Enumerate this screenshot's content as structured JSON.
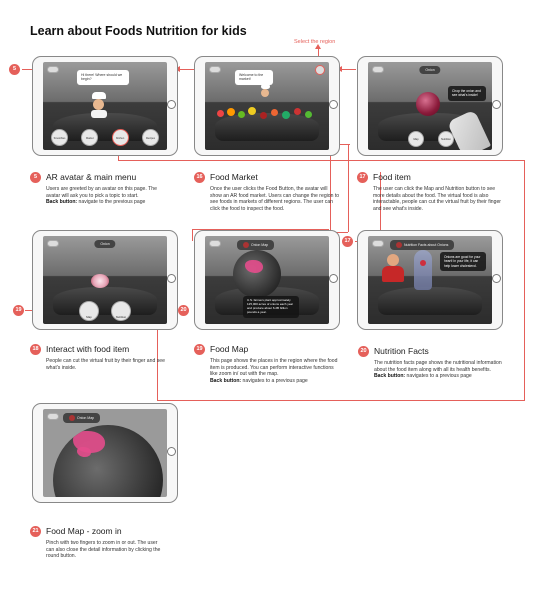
{
  "page_title": "Learn about Foods Nutrition for kids",
  "select_region_label": "Select the region",
  "colors": {
    "accent": "#e5605a",
    "onion": "#8a1a3a",
    "map_highlight": "#e44c8c"
  },
  "screens": {
    "s1": {
      "badge": "5",
      "bubble": "Hi there! Where should we begin?",
      "menu": [
        "Smoothies",
        "Market",
        "Kitchen",
        "Recipes"
      ],
      "heading": "AR avatar & main menu",
      "desc": "Users are greeted by an avatar on this page. The avatar will ask you to pick a topic to start.",
      "back_label": "Back button:",
      "back_text": " navigate to the previous page"
    },
    "s2": {
      "badge": "16",
      "bubble": "Welcome to the market!",
      "heading": "Food Market",
      "desc": "Once the user clicks the Food Button, the avatar will show an AR food market. Users can change the region to see foods in markets of different regions. The user can click the food to inspect the food."
    },
    "s3": {
      "badge": "17",
      "pill": "Onion",
      "bubble": "Chop the onion and see what's inside!",
      "buttons": [
        "Map",
        "Nutrition"
      ],
      "heading": "Food item",
      "desc": "The user can click the Map and Nutrition button to see more details about the food. The virtual food is also interactable, people can cut the virtual fruit by their finger and see what's inside."
    },
    "s4": {
      "badge": "18",
      "badge2": "19",
      "pill": "Onion",
      "buttons": [
        "Map",
        "Nutrition"
      ],
      "heading": "Interact with food item",
      "desc": "People can cut the virtual fruit by their finger and see what's inside."
    },
    "s5": {
      "badge": "19",
      "badge2": "20",
      "pill": "Onion Map",
      "info": "U.S. farmers plant approximately 125,000 acres of onions each year and produce about 6.2B billion pounds a year.",
      "heading": "Food Map",
      "desc": "This page shows the places in the region where the food item is produced. You can perform interactive functions like zoom in/ out with the map.",
      "back_label": "Back button:",
      "back_text": " navigates to a previous page"
    },
    "s6": {
      "badge": "17",
      "badge2": "20",
      "pill": "Nutrition Facts about Onions",
      "bubble": "Onions are good for your heart! In your life, it can help lower cholesterol.",
      "heading": "Nutrition Facts",
      "desc": "The nutrition facts page shows the nutritional information about the food item along with all its health benefits.",
      "back_label": "Back button:",
      "back_text": " navigates to a previous page"
    },
    "s7": {
      "badge": "21",
      "pill": "Onion Map",
      "heading": "Food Map - zoom in",
      "desc": "Pinch with two fingers to zoom in or out. The user can also close the detail information by clicking the round button."
    }
  }
}
